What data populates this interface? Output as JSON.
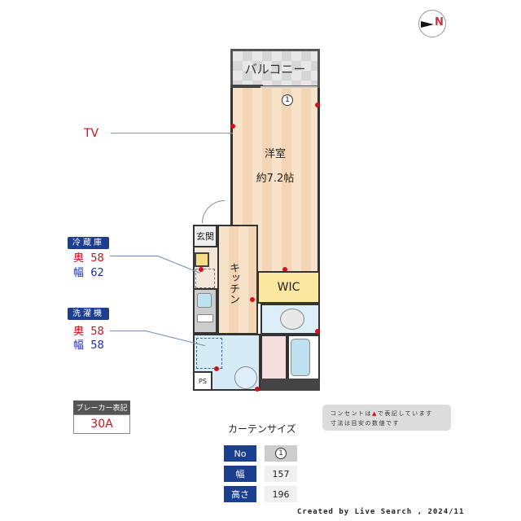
{
  "compass": {
    "label": "N",
    "icon": "north-arrow-icon"
  },
  "plan": {
    "balcony": "バルコニー",
    "main_room": {
      "label": "洋室",
      "size": "約7.2帖",
      "window_no": "1"
    },
    "entrance": "玄関",
    "kitchen": "キッチン",
    "wic": "WIC",
    "ps": "PS"
  },
  "annotations": {
    "tv": "TV",
    "fridge": {
      "tag": "冷蔵庫",
      "depth_label": "奥",
      "depth": "58",
      "width_label": "幅",
      "width": "62"
    },
    "washer": {
      "tag": "洗濯機",
      "depth_label": "奥",
      "depth": "58",
      "width_label": "幅",
      "width": "58"
    }
  },
  "breaker": {
    "label": "ブレーカー表記",
    "value": "30A"
  },
  "note": {
    "line1_a": "コンセントは",
    "line1_mark": "▲",
    "line1_b": "で表記しています",
    "line2": "寸法は目安の数値です"
  },
  "curtain": {
    "title": "カーテンサイズ",
    "rows": [
      {
        "key": "No",
        "value": "1"
      },
      {
        "key": "幅",
        "value": "157"
      },
      {
        "key": "高さ",
        "value": "196"
      }
    ]
  },
  "footer": "Created by Live Search , 2024/11",
  "colors": {
    "outlet": "#d0101c",
    "tag_bg": "#1b3f8e",
    "depth_text": "#d0101c",
    "width_text": "#1b2ca8"
  }
}
